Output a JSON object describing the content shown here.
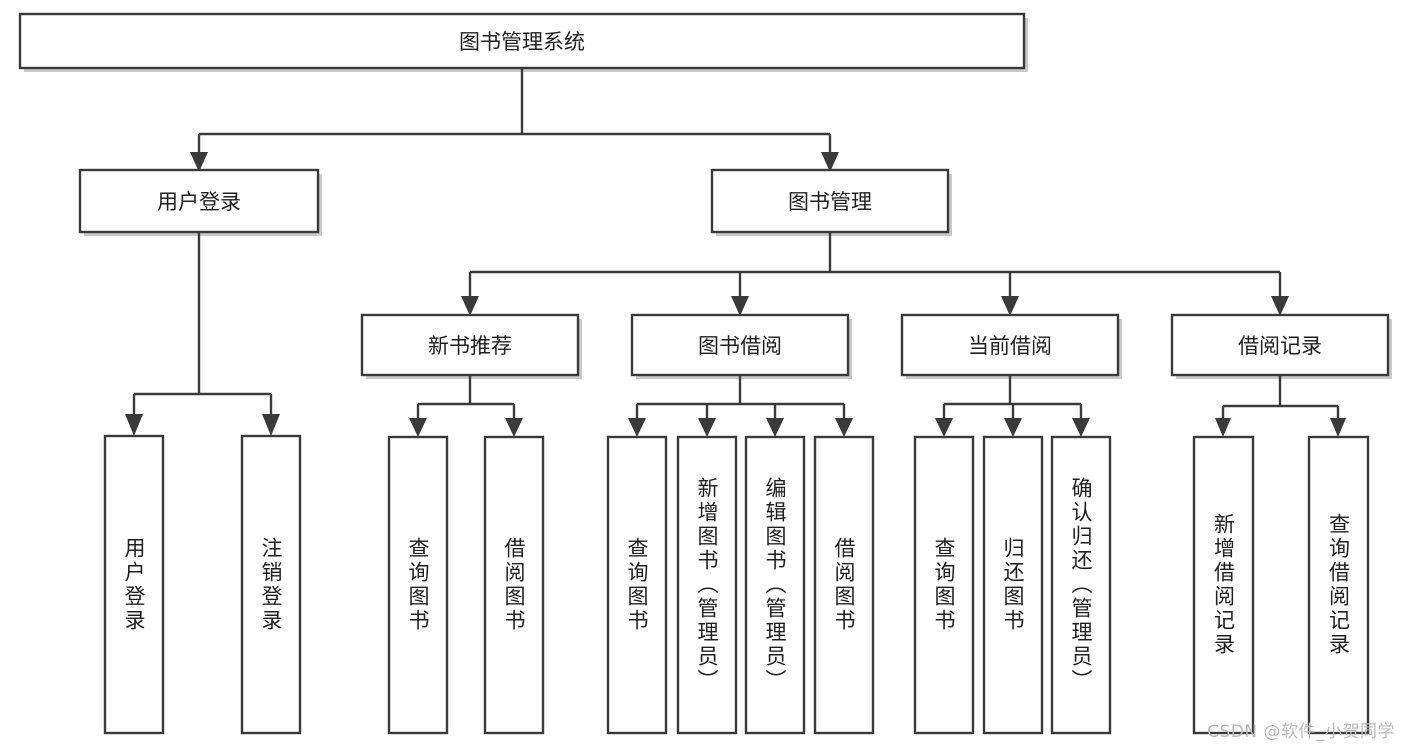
{
  "diagram": {
    "type": "tree",
    "title": "图书管理系统",
    "root": {
      "label": "图书管理系统"
    },
    "level2": [
      {
        "label": "用户登录"
      },
      {
        "label": "图书管理"
      }
    ],
    "level3": [
      {
        "label": "新书推荐"
      },
      {
        "label": "图书借阅"
      },
      {
        "label": "当前借阅"
      },
      {
        "label": "借阅记录"
      }
    ],
    "leaves": {
      "user_login": [
        {
          "label": "用户登录"
        },
        {
          "label": "注销登录"
        }
      ],
      "new_book": [
        {
          "label": "查询图书"
        },
        {
          "label": "借阅图书"
        }
      ],
      "book_borrow": [
        {
          "label": "查询图书"
        },
        {
          "label": "新增图书（管理员）"
        },
        {
          "label": "编辑图书（管理员）"
        },
        {
          "label": "借阅图书"
        }
      ],
      "current_borrow": [
        {
          "label": "查询图书"
        },
        {
          "label": "归还图书"
        },
        {
          "label": "确认归还（管理员）"
        }
      ],
      "borrow_record": [
        {
          "label": "新增借阅记录"
        },
        {
          "label": "查询借阅记录"
        }
      ]
    }
  },
  "watermark": {
    "text": "CSDN @软件_小贺同学"
  },
  "colors": {
    "stroke": "#3a3a3a",
    "fill": "#ffffff",
    "text": "#1f1f1f",
    "shadow": "#c9c9c9",
    "watermark": "#b9b9b9"
  }
}
